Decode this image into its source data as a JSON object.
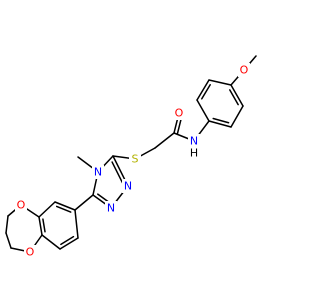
{
  "diagram": {
    "type": "chemical-structure",
    "colors": {
      "bond": "#000000",
      "carbon": "#000000",
      "oxygen": "#ff0000",
      "nitrogen": "#0000ff",
      "sulfur": "#b2b200"
    },
    "atoms": [
      {
        "id": "c_oh3",
        "element": "C",
        "label": ""
      },
      {
        "id": "o_ome",
        "element": "O",
        "label": "O"
      },
      {
        "id": "p4",
        "element": "C",
        "label": ""
      },
      {
        "id": "p3",
        "element": "C",
        "label": ""
      },
      {
        "id": "p2",
        "element": "C",
        "label": ""
      },
      {
        "id": "p1",
        "element": "C",
        "label": ""
      },
      {
        "id": "p6",
        "element": "C",
        "label": ""
      },
      {
        "id": "p5",
        "element": "C",
        "label": ""
      },
      {
        "id": "n_h",
        "element": "N",
        "label": "N"
      },
      {
        "id": "n_h_h",
        "element": "H",
        "label": "H"
      },
      {
        "id": "c_am",
        "element": "C",
        "label": ""
      },
      {
        "id": "o_am",
        "element": "O",
        "label": "O"
      },
      {
        "id": "c_h2",
        "element": "C",
        "label": ""
      },
      {
        "id": "s",
        "element": "S",
        "label": "S"
      },
      {
        "id": "t3",
        "element": "C",
        "label": ""
      },
      {
        "id": "t_n4",
        "element": "N",
        "label": "N"
      },
      {
        "id": "c_me",
        "element": "C",
        "label": ""
      },
      {
        "id": "t5",
        "element": "C",
        "label": ""
      },
      {
        "id": "t_n1",
        "element": "N",
        "label": "N"
      },
      {
        "id": "t_n2",
        "element": "N",
        "label": "N"
      },
      {
        "id": "b1",
        "element": "C",
        "label": ""
      },
      {
        "id": "b2",
        "element": "C",
        "label": ""
      },
      {
        "id": "b3",
        "element": "C",
        "label": ""
      },
      {
        "id": "b4",
        "element": "C",
        "label": ""
      },
      {
        "id": "b5",
        "element": "C",
        "label": ""
      },
      {
        "id": "b6",
        "element": "C",
        "label": ""
      },
      {
        "id": "o_r1",
        "element": "O",
        "label": "O"
      },
      {
        "id": "o_r2",
        "element": "O",
        "label": "O"
      },
      {
        "id": "r_c1",
        "element": "C",
        "label": ""
      },
      {
        "id": "r_c2",
        "element": "C",
        "label": ""
      },
      {
        "id": "r_c3",
        "element": "C",
        "label": ""
      }
    ],
    "bonds": [
      {
        "a": "c_oh3",
        "b": "o_ome",
        "order": 1
      },
      {
        "a": "o_ome",
        "b": "p4",
        "order": 1
      },
      {
        "a": "p4",
        "b": "p3",
        "order": 2
      },
      {
        "a": "p3",
        "b": "p2",
        "order": 1
      },
      {
        "a": "p2",
        "b": "p1",
        "order": 2
      },
      {
        "a": "p1",
        "b": "p6",
        "order": 1
      },
      {
        "a": "p6",
        "b": "p5",
        "order": 2
      },
      {
        "a": "p5",
        "b": "p4",
        "order": 1
      },
      {
        "a": "p1",
        "b": "n_h",
        "order": 1
      },
      {
        "a": "n_h",
        "b": "n_h_h",
        "order": 1
      },
      {
        "a": "n_h",
        "b": "c_am",
        "order": 1
      },
      {
        "a": "c_am",
        "b": "o_am",
        "order": 2
      },
      {
        "a": "c_am",
        "b": "c_h2",
        "order": 1
      },
      {
        "a": "c_h2",
        "b": "s",
        "order": 1
      },
      {
        "a": "s",
        "b": "t3",
        "order": 1
      },
      {
        "a": "t3",
        "b": "t_n4",
        "order": 1
      },
      {
        "a": "t_n4",
        "b": "c_me",
        "order": 1
      },
      {
        "a": "t_n4",
        "b": "t5",
        "order": 1
      },
      {
        "a": "t5",
        "b": "t_n1",
        "order": 2
      },
      {
        "a": "t_n1",
        "b": "t_n2",
        "order": 1
      },
      {
        "a": "t_n2",
        "b": "t3",
        "order": 2
      },
      {
        "a": "t5",
        "b": "b1",
        "order": 1
      },
      {
        "a": "b1",
        "b": "b2",
        "order": 2
      },
      {
        "a": "b2",
        "b": "b3",
        "order": 1
      },
      {
        "a": "b3",
        "b": "b4",
        "order": 2
      },
      {
        "a": "b4",
        "b": "b5",
        "order": 1
      },
      {
        "a": "b5",
        "b": "b6",
        "order": 2
      },
      {
        "a": "b6",
        "b": "b1",
        "order": 1
      },
      {
        "a": "b3",
        "b": "o_r1",
        "order": 1
      },
      {
        "a": "o_r1",
        "b": "r_c1",
        "order": 1
      },
      {
        "a": "r_c1",
        "b": "r_c2",
        "order": 1
      },
      {
        "a": "r_c2",
        "b": "r_c3",
        "order": 1
      },
      {
        "a": "r_c3",
        "b": "o_r2",
        "order": 1
      },
      {
        "a": "o_r2",
        "b": "b4",
        "order": 1
      }
    ]
  }
}
